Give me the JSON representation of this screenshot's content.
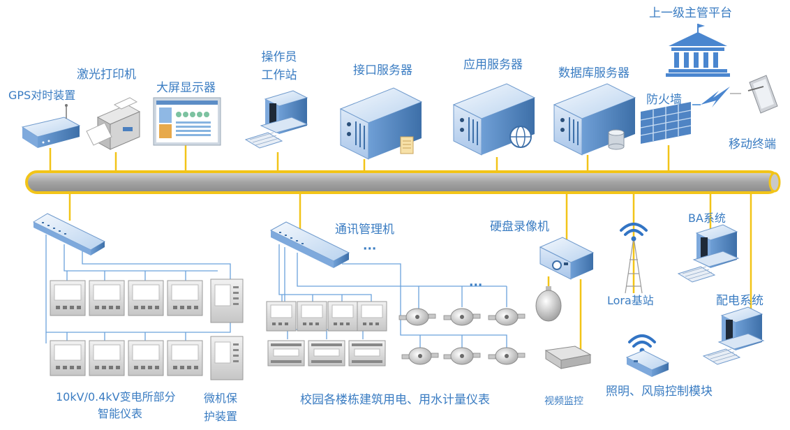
{
  "labels": {
    "gps": "GPS对时装置",
    "laser_printer": "激光打印机",
    "big_screen": "大屏显示器",
    "operator_line1": "操作员",
    "operator_line2": "工作站",
    "interface_server": "接口服务器",
    "app_server": "应用服务器",
    "db_server": "数据库服务器",
    "upper_platform": "上一级主管平台",
    "firewall": "防火墙",
    "mobile_terminal": "移动终端",
    "comm_manager": "通讯管理机",
    "nvr": "硬盘录像机",
    "ba_system": "BA系统",
    "lora_station": "Lora基站",
    "power_system": "配电系统",
    "substation_line1": "10kV/0.4kV变电所部分",
    "substation_line2": "智能仪表",
    "microprot_line1": "微机保",
    "microprot_line2": "护装置",
    "campus_meters": "校园各楼栋建筑用电、用水计量仪表",
    "video_monitor": "视频监控",
    "lighting_fan": "照明、风扇控制模块",
    "ellipsis_1": "···",
    "ellipsis_2": "···"
  },
  "colors": {
    "label_blue": "#3a7cc2",
    "bus_yellow": "#f2c418",
    "bus_gray": "#a9a9a9",
    "link_blue": "#6aa2dc",
    "device_light": "#e4eef9",
    "device_mid": "#9fc1e8",
    "device_dark": "#3d6fa8",
    "firewall_blue": "#4f84c4",
    "wifi_blue": "#3274c4"
  }
}
